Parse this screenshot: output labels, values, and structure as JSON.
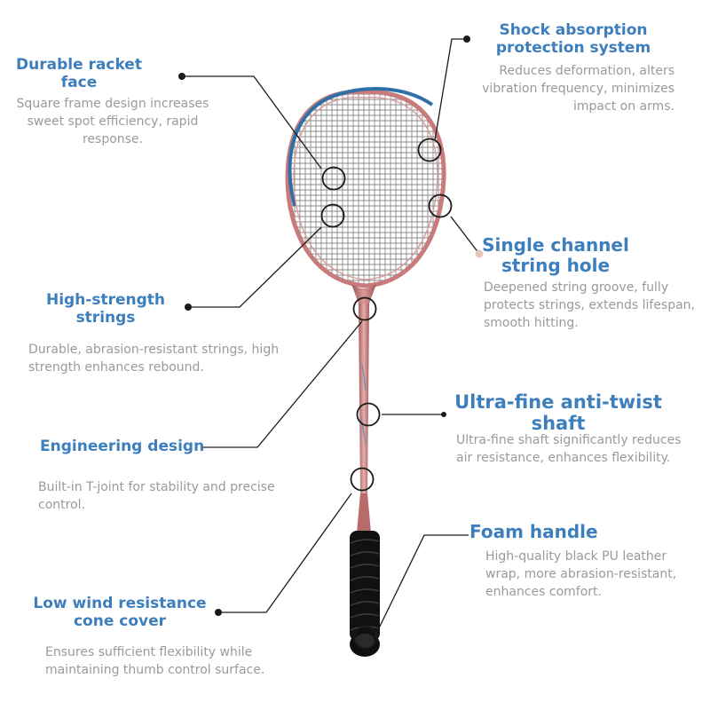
{
  "colors": {
    "title": "#3d7ebd",
    "description": "#9a9a9a",
    "frame_pink": "#c97b7b",
    "frame_blue": "#2f6fa8",
    "grip": "#111111",
    "callout": "#1a1a1a"
  },
  "features": [
    {
      "title": "Durable racket face",
      "description": "Square frame design increases sweet spot efficiency, rapid response."
    },
    {
      "title": "Shock absorption protection system",
      "description": "Reduces deformation, alters vibration frequency, minimizes impact on arms."
    },
    {
      "title": "Single channel string hole",
      "description": "Deepened string groove, fully protects strings, extends lifespan, smooth hitting."
    },
    {
      "title": "High-strength strings",
      "description": "Durable, abrasion-resistant strings, high strength enhances rebound."
    },
    {
      "title": "Ultra-fine anti-twist shaft",
      "description": "Ultra-fine shaft significantly reduces air resistance, enhances flexibility."
    },
    {
      "title": "Engineering design",
      "description": "Built-in T-joint for stability and precise control."
    },
    {
      "title": "Foam handle",
      "description": "High-quality black PU leather wrap, more abrasion-resistant, enhances comfort."
    },
    {
      "title": "Low wind resistance cone cover",
      "description": "Ensures sufficient flexibility while maintaining thumb control surface."
    }
  ]
}
